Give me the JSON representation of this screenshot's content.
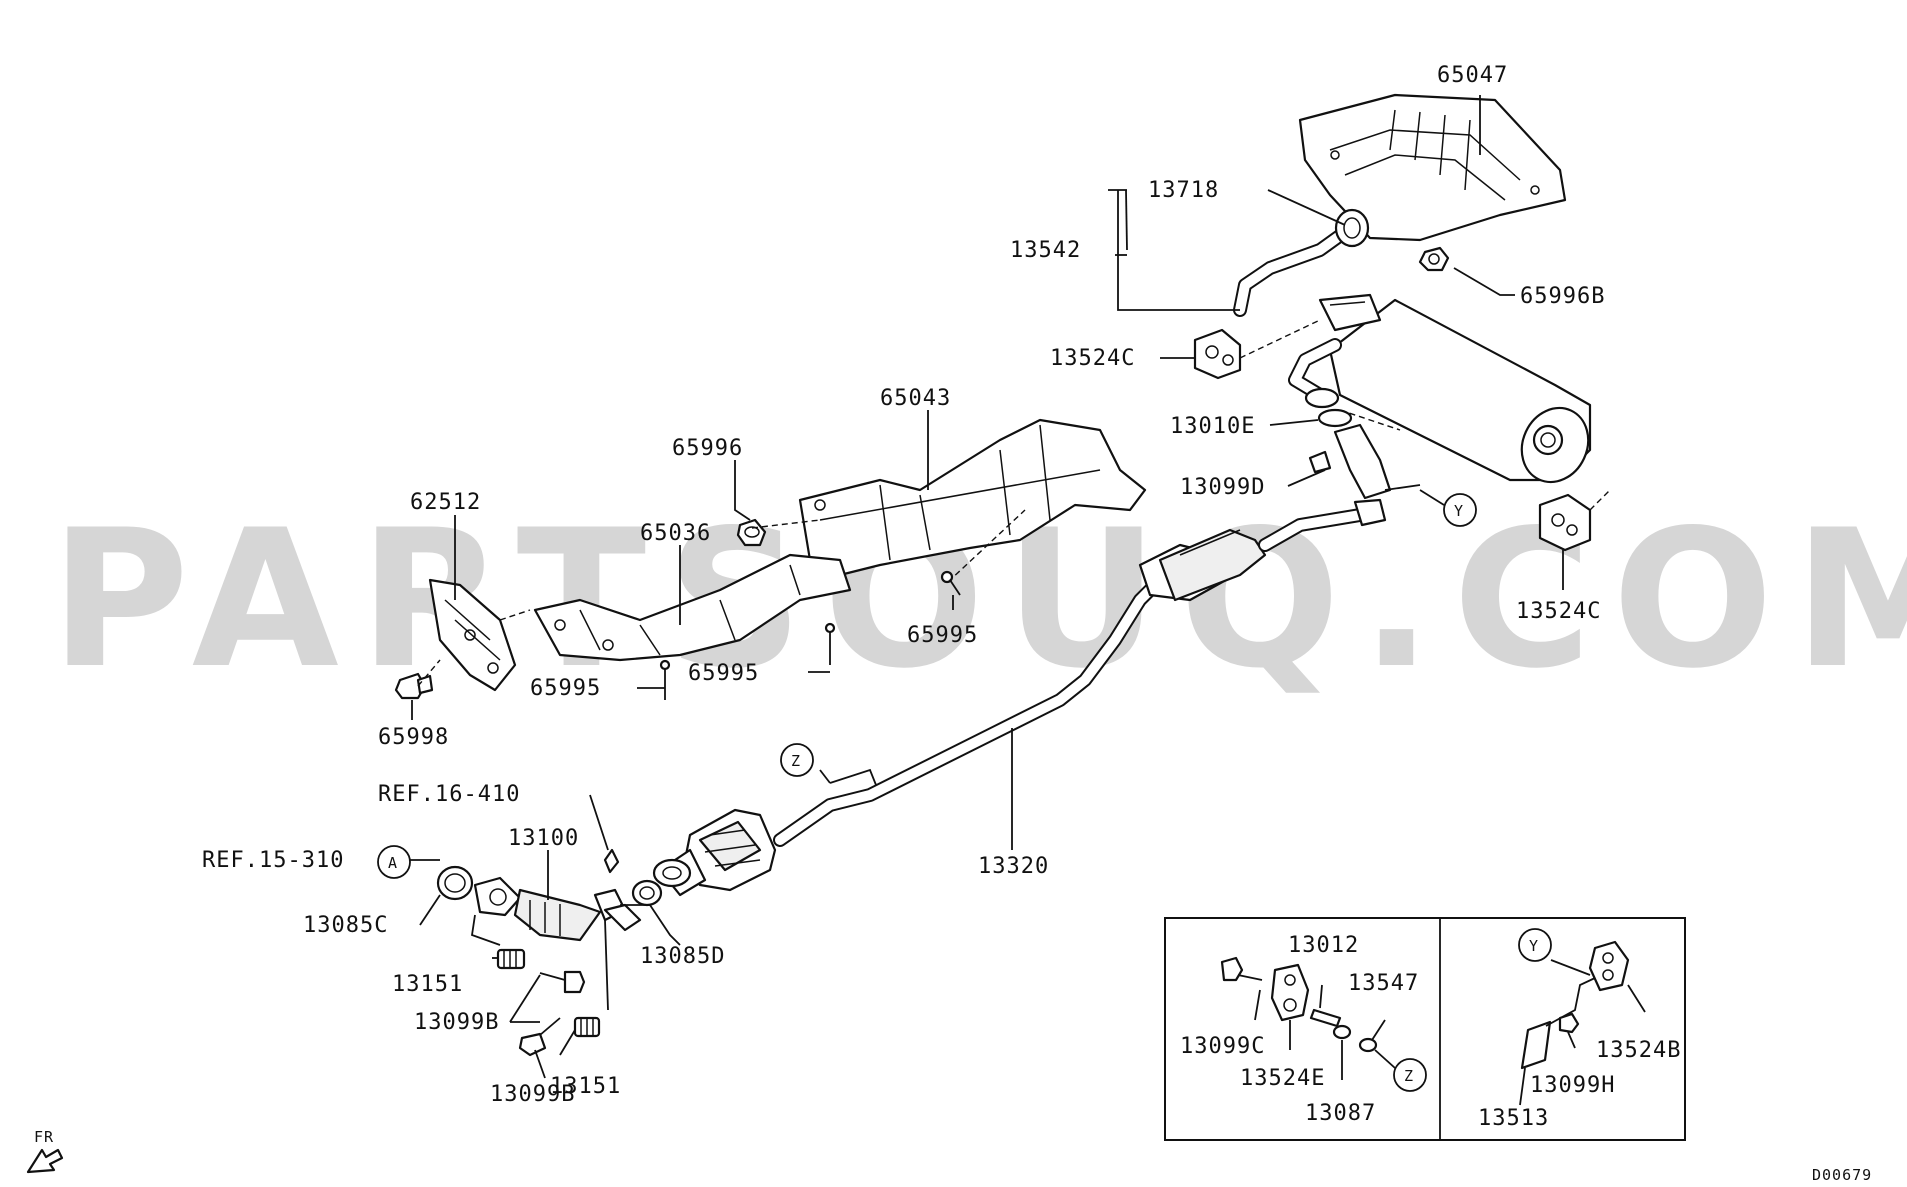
{
  "watermark": "PARTSOUQ.COM",
  "labels": {
    "p65047": "65047",
    "p13718": "13718",
    "p13542": "13542",
    "p65996B": "65996B",
    "p13524C_top": "13524C",
    "p13010E": "13010E",
    "p13099D": "13099D",
    "p13524C_right": "13524C",
    "p65043": "65043",
    "p65996": "65996",
    "p62512": "62512",
    "p65036": "65036",
    "p65995_right": "65995",
    "p65995_mid": "65995",
    "p65995_left": "65995",
    "p65998": "65998",
    "ref16": "REF.16-410",
    "ref15": "REF.15-310",
    "p13100": "13100",
    "p13085C": "13085C",
    "p13151_top": "13151",
    "p13099B_top": "13099B",
    "p13099B_bottom": "13099B",
    "p13151_bottom": "13151",
    "p13085D": "13085D",
    "p13320": "13320",
    "p13012": "13012",
    "p13547": "13547",
    "p13099C": "13099C",
    "p13524E": "13524E",
    "p13087": "13087",
    "p13524B": "13524B",
    "p13099H": "13099H",
    "p13513": "13513",
    "fr": "FR",
    "code": "D00679"
  },
  "refs": {
    "A": "A",
    "Y_main": "Y",
    "Y_inset": "Y",
    "Z_main": "Z",
    "Z_inset": "Z"
  }
}
